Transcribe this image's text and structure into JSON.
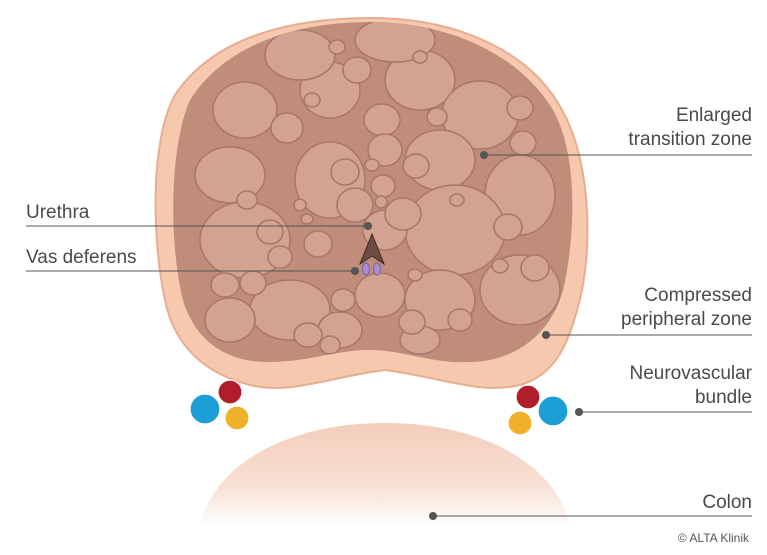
{
  "labels": {
    "enlarged_transition_zone": [
      "Enlarged",
      "transition zone"
    ],
    "urethra": "Urethra",
    "vas_deferens": "Vas deferens",
    "compressed_peripheral_zone": [
      "Compressed",
      "peripheral zone"
    ],
    "neurovascular_bundle": [
      "Neurovascular",
      "bundle"
    ],
    "colon": "Colon"
  },
  "copyright": "© ALTA Klinik",
  "colors": {
    "peripheral_zone": "#f6c9ae",
    "transition_zone": "#c08d7a",
    "nodule": "#d4a290",
    "nodule_outline": "#a9786a",
    "colon": "#f5d6c8",
    "leader_line": "#555555",
    "vessel_red": "#b11e2b",
    "vessel_blue": "#1c9fd6",
    "vessel_yellow": "#f0b12a"
  },
  "icons": [
    "urethra-arrow-icon",
    "vas-deferens-icon",
    "neurovascular-bundle-icon"
  ]
}
